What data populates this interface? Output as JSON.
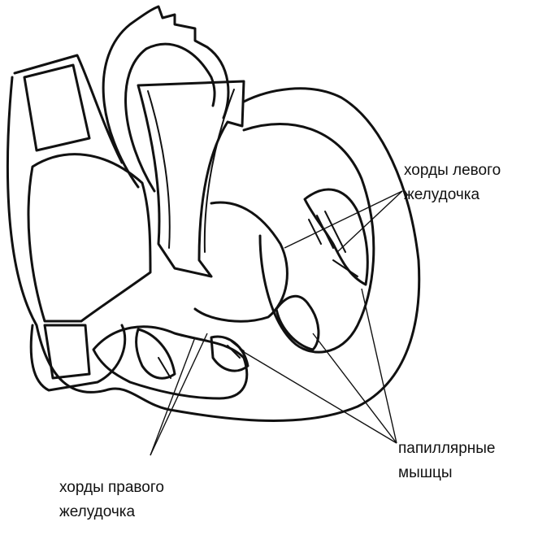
{
  "labels": {
    "left_chordae": {
      "line1": "хорды левого",
      "line2": "желудочка"
    },
    "right_chordae": {
      "line1": "хорды правого",
      "line2": "желудочка"
    },
    "papillary": {
      "line1": "папиллярные",
      "line2": "мышцы"
    }
  }
}
